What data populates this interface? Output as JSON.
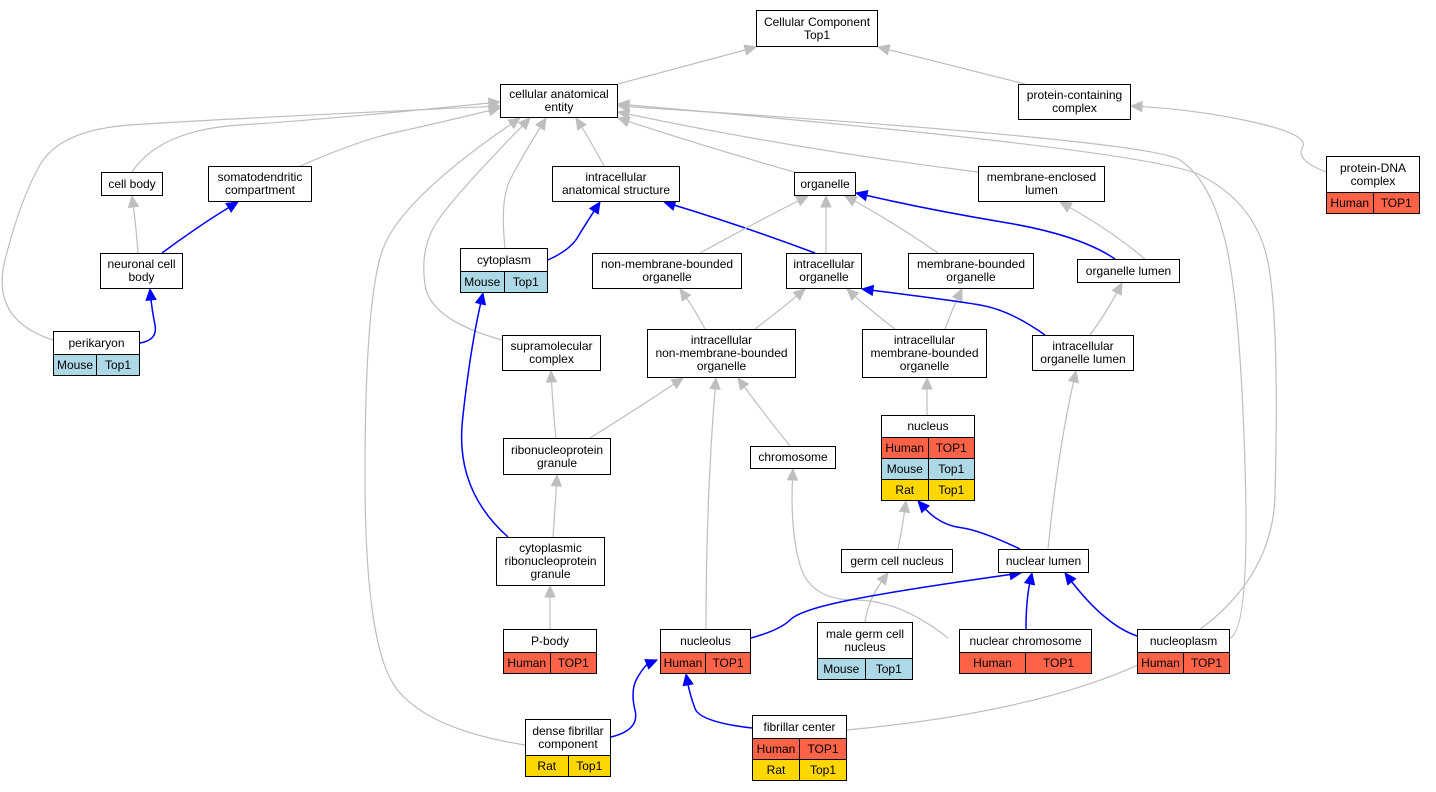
{
  "nodes": [
    {
      "id": "cc",
      "label": "Cellular Component\nTop1"
    },
    {
      "id": "cae",
      "label": "cellular anatomical\nentity"
    },
    {
      "id": "pcc",
      "label": "protein-containing\ncomplex"
    },
    {
      "id": "pdna",
      "label": "protein-DNA\ncomplex",
      "annotations": [
        [
          "Human",
          "TOP1"
        ]
      ]
    },
    {
      "id": "cellbody",
      "label": "cell body"
    },
    {
      "id": "somato",
      "label": "somatodendritic\ncompartment"
    },
    {
      "id": "ias",
      "label": "intracellular\nanatomical structure"
    },
    {
      "id": "organelle",
      "label": "organelle"
    },
    {
      "id": "mel",
      "label": "membrane-enclosed\nlumen"
    },
    {
      "id": "ncb",
      "label": "neuronal cell\nbody"
    },
    {
      "id": "cytoplasm",
      "label": "cytoplasm",
      "annotations": [
        [
          "Mouse",
          "Top1"
        ]
      ]
    },
    {
      "id": "nmbo",
      "label": "non-membrane-bounded\norganelle"
    },
    {
      "id": "io",
      "label": "intracellular\norganelle"
    },
    {
      "id": "mbo",
      "label": "membrane-bounded\norganelle"
    },
    {
      "id": "ol",
      "label": "organelle lumen"
    },
    {
      "id": "perikaryon",
      "label": "perikaryon",
      "annotations": [
        [
          "Mouse",
          "Top1"
        ]
      ]
    },
    {
      "id": "supra",
      "label": "supramolecular\ncomplex"
    },
    {
      "id": "inmbo",
      "label": "intracellular\nnon-membrane-bounded\norganelle"
    },
    {
      "id": "imbo",
      "label": "intracellular\nmembrane-bounded\norganelle"
    },
    {
      "id": "iol",
      "label": "intracellular\norganelle lumen"
    },
    {
      "id": "nucleus",
      "label": "nucleus",
      "annotations": [
        [
          "Human",
          "TOP1"
        ],
        [
          "Mouse",
          "Top1"
        ],
        [
          "Rat",
          "Top1"
        ]
      ]
    },
    {
      "id": "rnpg",
      "label": "ribonucleoprotein\ngranule"
    },
    {
      "id": "chromosome",
      "label": "chromosome"
    },
    {
      "id": "crnpg",
      "label": "cytoplasmic\nribonucleoprotein\ngranule"
    },
    {
      "id": "gcn",
      "label": "germ cell nucleus"
    },
    {
      "id": "nlumen",
      "label": "nuclear lumen"
    },
    {
      "id": "pbody",
      "label": "P-body",
      "annotations": [
        [
          "Human",
          "TOP1"
        ]
      ]
    },
    {
      "id": "nucleolus",
      "label": "nucleolus",
      "annotations": [
        [
          "Human",
          "TOP1"
        ]
      ]
    },
    {
      "id": "mgcn",
      "label": "male germ cell\nnucleus",
      "annotations": [
        [
          "Mouse",
          "Top1"
        ]
      ]
    },
    {
      "id": "nchrom",
      "label": "nuclear chromosome",
      "annotations": [
        [
          "Human",
          "TOP1"
        ]
      ]
    },
    {
      "id": "nucleoplasm",
      "label": "nucleoplasm",
      "annotations": [
        [
          "Human",
          "TOP1"
        ]
      ]
    },
    {
      "id": "dfc",
      "label": "dense fibrillar\ncomponent",
      "annotations": [
        [
          "Rat",
          "Top1"
        ]
      ]
    },
    {
      "id": "fc",
      "label": "fibrillar center",
      "annotations": [
        [
          "Human",
          "TOP1"
        ],
        [
          "Rat",
          "Top1"
        ]
      ]
    }
  ],
  "edges": [
    {
      "from": "cae",
      "to": "cc",
      "kind": "is_a"
    },
    {
      "from": "pcc",
      "to": "cc",
      "kind": "is_a"
    },
    {
      "from": "pdna",
      "to": "pcc",
      "kind": "is_a"
    },
    {
      "from": "cellbody",
      "to": "cae",
      "kind": "is_a"
    },
    {
      "from": "somato",
      "to": "cae",
      "kind": "is_a"
    },
    {
      "from": "ias",
      "to": "cae",
      "kind": "is_a"
    },
    {
      "from": "organelle",
      "to": "cae",
      "kind": "is_a"
    },
    {
      "from": "mel",
      "to": "cae",
      "kind": "is_a"
    },
    {
      "from": "perikaryon",
      "to": "cae",
      "kind": "is_a"
    },
    {
      "from": "cytoplasm",
      "to": "cae",
      "kind": "is_a"
    },
    {
      "from": "supra",
      "to": "cae",
      "kind": "is_a"
    },
    {
      "from": "dfc",
      "to": "cae",
      "kind": "is_a"
    },
    {
      "from": "nucleoplasm",
      "to": "cae",
      "kind": "is_a"
    },
    {
      "from": "fc",
      "to": "cae",
      "kind": "is_a"
    },
    {
      "from": "ncb",
      "to": "cellbody",
      "kind": "is_a"
    },
    {
      "from": "ncb",
      "to": "somato",
      "kind": "part_of"
    },
    {
      "from": "perikaryon",
      "to": "ncb",
      "kind": "part_of"
    },
    {
      "from": "cytoplasm",
      "to": "ias",
      "kind": "part_of"
    },
    {
      "from": "io",
      "to": "ias",
      "kind": "part_of"
    },
    {
      "from": "nmbo",
      "to": "organelle",
      "kind": "is_a"
    },
    {
      "from": "io",
      "to": "organelle",
      "kind": "is_a"
    },
    {
      "from": "mbo",
      "to": "organelle",
      "kind": "is_a"
    },
    {
      "from": "ol",
      "to": "organelle",
      "kind": "part_of"
    },
    {
      "from": "ol",
      "to": "mel",
      "kind": "is_a"
    },
    {
      "from": "inmbo",
      "to": "nmbo",
      "kind": "is_a"
    },
    {
      "from": "inmbo",
      "to": "io",
      "kind": "is_a"
    },
    {
      "from": "imbo",
      "to": "io",
      "kind": "is_a"
    },
    {
      "from": "imbo",
      "to": "mbo",
      "kind": "is_a"
    },
    {
      "from": "iol",
      "to": "io",
      "kind": "part_of"
    },
    {
      "from": "iol",
      "to": "ol",
      "kind": "is_a"
    },
    {
      "from": "rnpg",
      "to": "supra",
      "kind": "is_a"
    },
    {
      "from": "rnpg",
      "to": "inmbo",
      "kind": "is_a"
    },
    {
      "from": "chromosome",
      "to": "inmbo",
      "kind": "is_a"
    },
    {
      "from": "nucleolus",
      "to": "inmbo",
      "kind": "is_a"
    },
    {
      "from": "nucleus",
      "to": "imbo",
      "kind": "is_a"
    },
    {
      "from": "crnpg",
      "to": "rnpg",
      "kind": "is_a"
    },
    {
      "from": "crnpg",
      "to": "cytoplasm",
      "kind": "part_of"
    },
    {
      "from": "pbody",
      "to": "crnpg",
      "kind": "is_a"
    },
    {
      "from": "gcn",
      "to": "nucleus",
      "kind": "is_a"
    },
    {
      "from": "nlumen",
      "to": "nucleus",
      "kind": "part_of"
    },
    {
      "from": "nlumen",
      "to": "iol",
      "kind": "is_a"
    },
    {
      "from": "mgcn",
      "to": "gcn",
      "kind": "is_a"
    },
    {
      "from": "nchrom",
      "to": "chromosome",
      "kind": "is_a"
    },
    {
      "from": "nchrom",
      "to": "nlumen",
      "kind": "part_of"
    },
    {
      "from": "nucleolus",
      "to": "nlumen",
      "kind": "part_of"
    },
    {
      "from": "nucleoplasm",
      "to": "nlumen",
      "kind": "part_of"
    },
    {
      "from": "dfc",
      "to": "nucleolus",
      "kind": "part_of"
    },
    {
      "from": "fc",
      "to": "nucleolus",
      "kind": "part_of"
    }
  ],
  "colors": {
    "Human": "#FF6347",
    "Mouse": "#ADD8E6",
    "Rat": "#FFD700",
    "is_a_edge": "#BEBEBE",
    "part_of_edge": "#0000FF"
  }
}
